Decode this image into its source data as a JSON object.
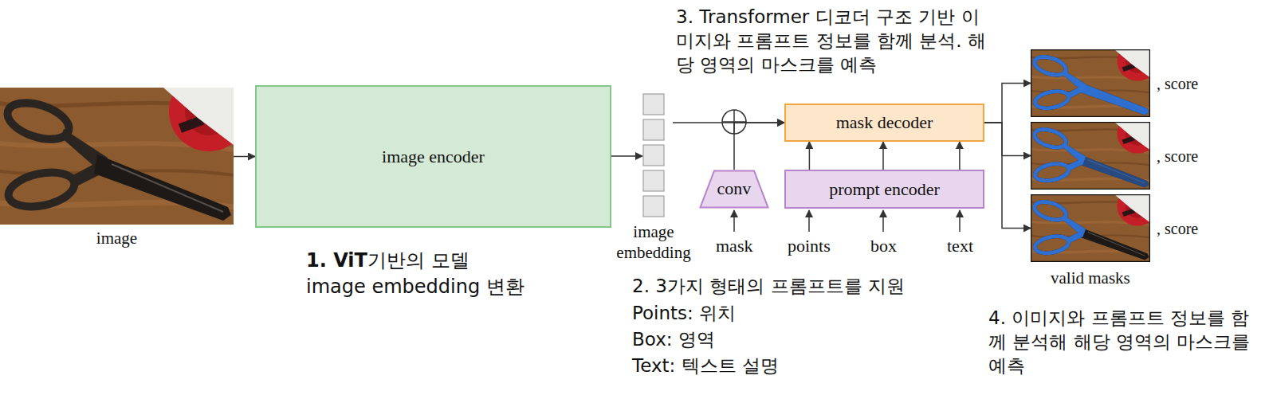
{
  "diagram": {
    "nodes": [
      {
        "text": [
          "image"
        ]
      },
      {
        "text": [
          "image encoder"
        ]
      },
      {
        "text": [
          "image embedding"
        ]
      },
      {
        "text": [
          "conv"
        ]
      },
      {
        "text": [
          "mask decoder"
        ]
      },
      {
        "text": [
          "prompt encoder"
        ]
      },
      {
        "text": [
          ", score"
        ]
      },
      {
        "text": [
          ", score"
        ]
      },
      {
        "text": [
          ", score"
        ]
      }
    ],
    "edges": [
      {
        "from": 0,
        "to": 1,
        "arrow": "to"
      },
      {
        "from": 1,
        "to": 2,
        "arrow": "to"
      },
      {
        "from": 2,
        "to": 4,
        "arrow": "to"
      },
      {
        "from": 3,
        "to": 4,
        "arrow": "to"
      },
      {
        "from": 5,
        "to": 4,
        "arrow": "to"
      },
      {
        "from": 5,
        "to": 4,
        "arrow": "to"
      },
      {
        "from": 5,
        "to": 4,
        "arrow": "to"
      },
      {
        "from": 4,
        "to": 6,
        "arrow": "to"
      },
      {
        "from": 4,
        "to": 7,
        "arrow": "to"
      },
      {
        "from": 4,
        "to": 8,
        "arrow": "to"
      }
    ],
    "labels": [
      "1. ViT",
      "기반의 모델",
      "image embedding 변환",
      "2. 3가지 형태의 프롬프트를 지원",
      "Points: 위치",
      "Box: 영역",
      "Text: 텍스트 설명",
      "3. Transformer 디코더 구조 기반 이미지와 프롬프트 정보를 함께 분석. 해당 영역의 마스크를 예측",
      "4. 이미지와 프롬프트 정보를 함께 분석해 해당 영역의 마스크를 예측",
      "mask",
      "points",
      "box",
      "text",
      "valid masks"
    ]
  }
}
